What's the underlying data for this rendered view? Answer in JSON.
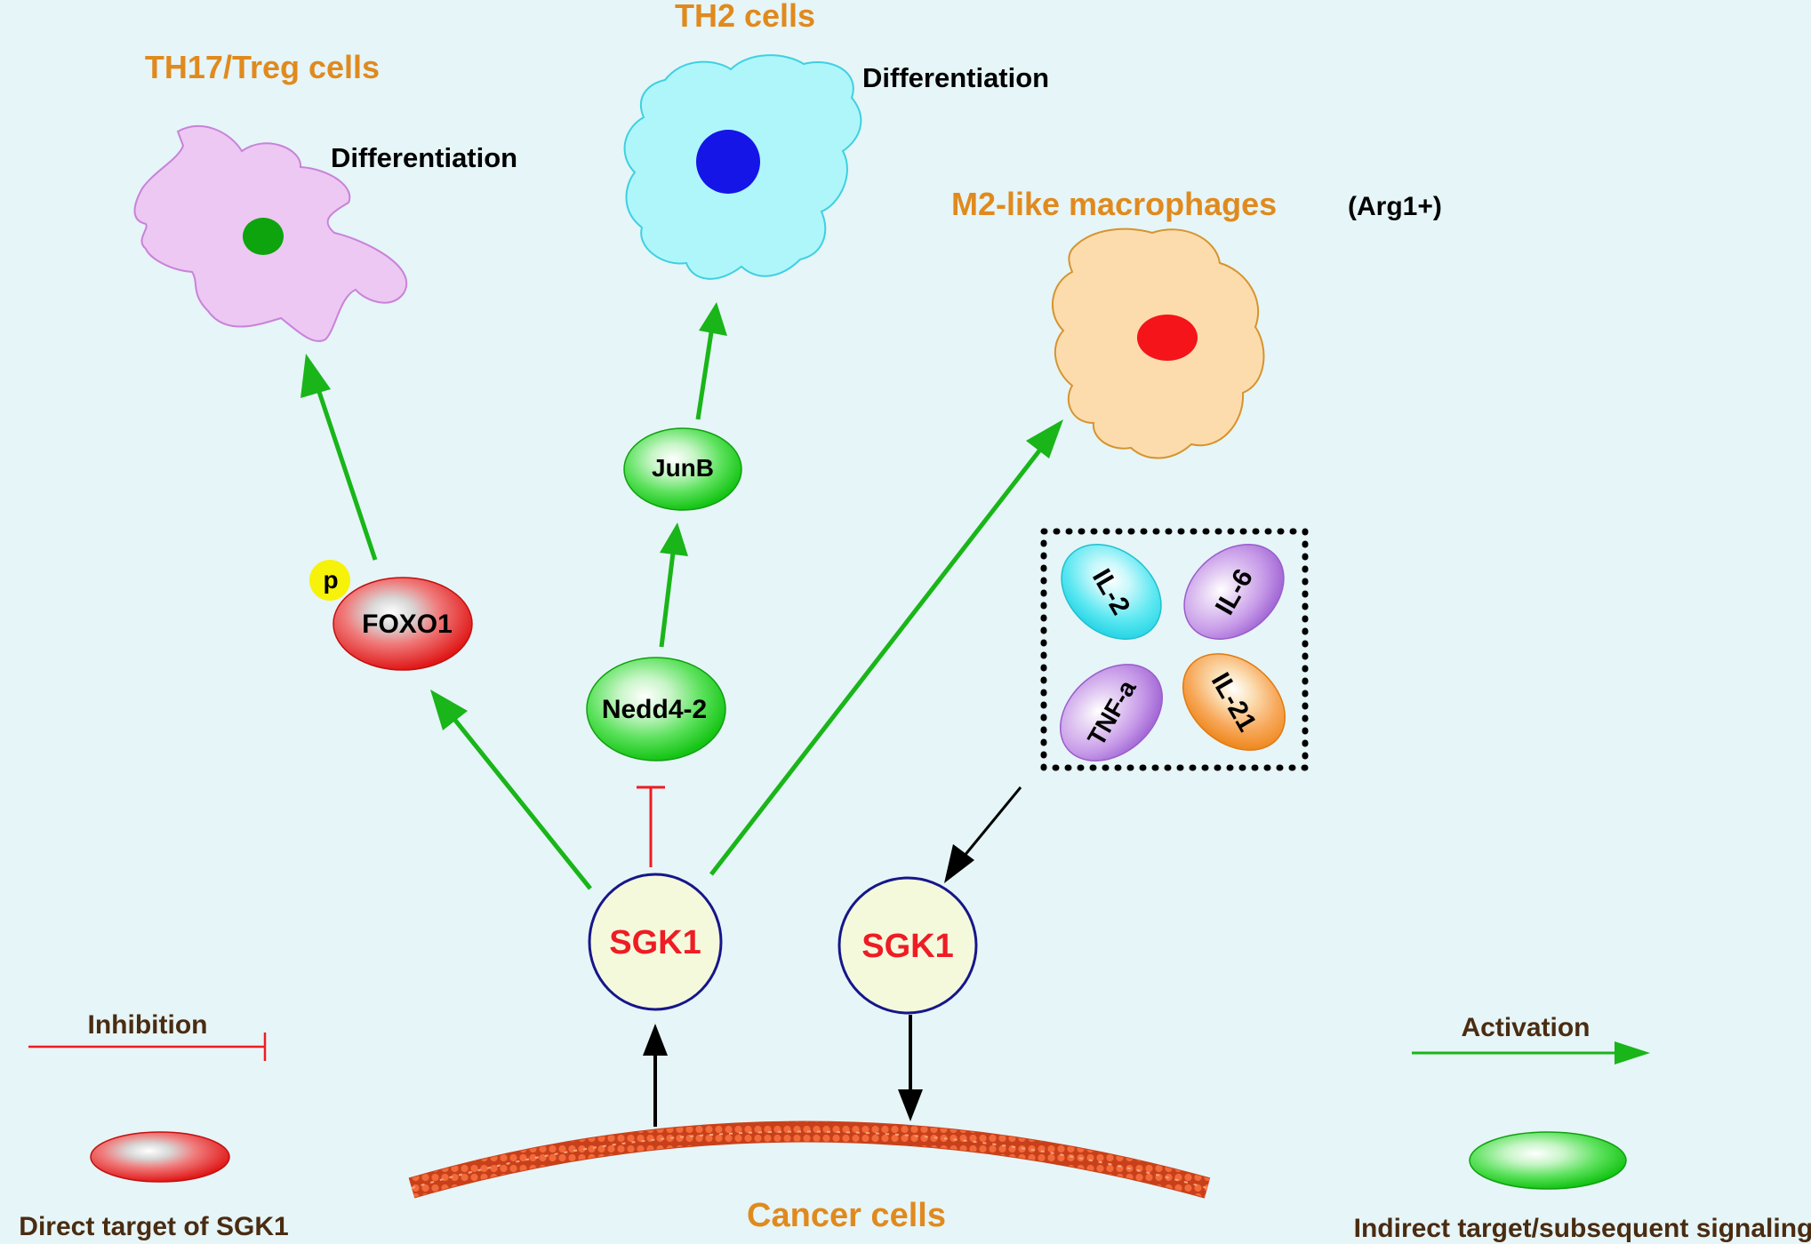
{
  "cells": {
    "th17": {
      "title": "TH17/Treg cells",
      "label": "Differentiation"
    },
    "th2": {
      "title": "TH2 cells",
      "label": "Differentiation"
    },
    "m2": {
      "title": "M2-like macrophages",
      "subtitle": "(Arg1+)"
    },
    "cancer": {
      "title": "Cancer cells"
    }
  },
  "nodes": {
    "sgk1_left": "SGK1",
    "sgk1_right": "SGK1",
    "foxo1": "FOXO1",
    "phospho": "p",
    "nedd4": "Nedd4-2",
    "junb": "JunB"
  },
  "cytokines": {
    "il2": "IL-2",
    "il6": "IL-6",
    "tnfa": "TNF-a",
    "il21": "IL-21"
  },
  "legend": {
    "inhibition": "Inhibition",
    "activation": "Activation",
    "direct": "Direct target of SGK1",
    "indirect": "Indirect target/subsequent signaling"
  },
  "colors": {
    "background": "#e6f5f7",
    "activation": "#19b519",
    "inhibition": "#ee1c24",
    "title": "#e08a1e",
    "legend_text": "#4a2c12",
    "sgk1_text": "#ee1c24",
    "sgk1_stroke": "#16168a",
    "sgk1_fill": "#f4f9dc"
  }
}
